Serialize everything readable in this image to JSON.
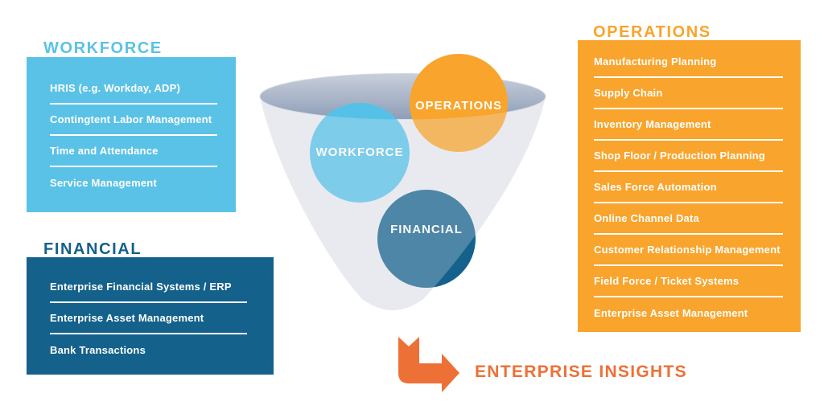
{
  "page": {
    "background": "#FFFFFF"
  },
  "panels": {
    "workforce": {
      "title": "WORKFORCE",
      "color": "#5BC2E7",
      "items": [
        "HRIS (e.g. Workday, ADP)",
        "Contingtent Labor Management",
        "Time and Attendance",
        "Service Management"
      ]
    },
    "financial": {
      "title": "FINANCIAL",
      "color": "#14618C",
      "items": [
        "Enterprise Financial Systems / ERP",
        "Enterprise Asset Management",
        "Bank Transactions"
      ]
    },
    "operations": {
      "title": "OPERATIONS",
      "color": "#F9A42C",
      "items": [
        "Manufacturing Planning",
        "Supply Chain",
        "Inventory Management",
        "Shop Floor / Production Planning",
        "Sales Force Automation",
        "Online Channel Data",
        "Customer Relationship Management",
        "Field Force / Ticket Systems",
        "Enterprise Asset Management"
      ]
    }
  },
  "funnel": {
    "body_color": "#E9EAEF",
    "rim_top_color": "#C9CFDC",
    "rim_bottom_color": "#8E9EB7",
    "circles": {
      "operations": {
        "label": "OPERATIONS",
        "color": "#F9A42C"
      },
      "workforce": {
        "label": "WORKFORCE",
        "color": "#55C1E8"
      },
      "financial": {
        "label": "FINANCIAL",
        "color": "#14618C"
      }
    }
  },
  "footer": {
    "label": "ENTERPRISE INSIGHTS",
    "color": "#ED7036",
    "arrow_icon": "elbow-right-arrow-icon"
  }
}
